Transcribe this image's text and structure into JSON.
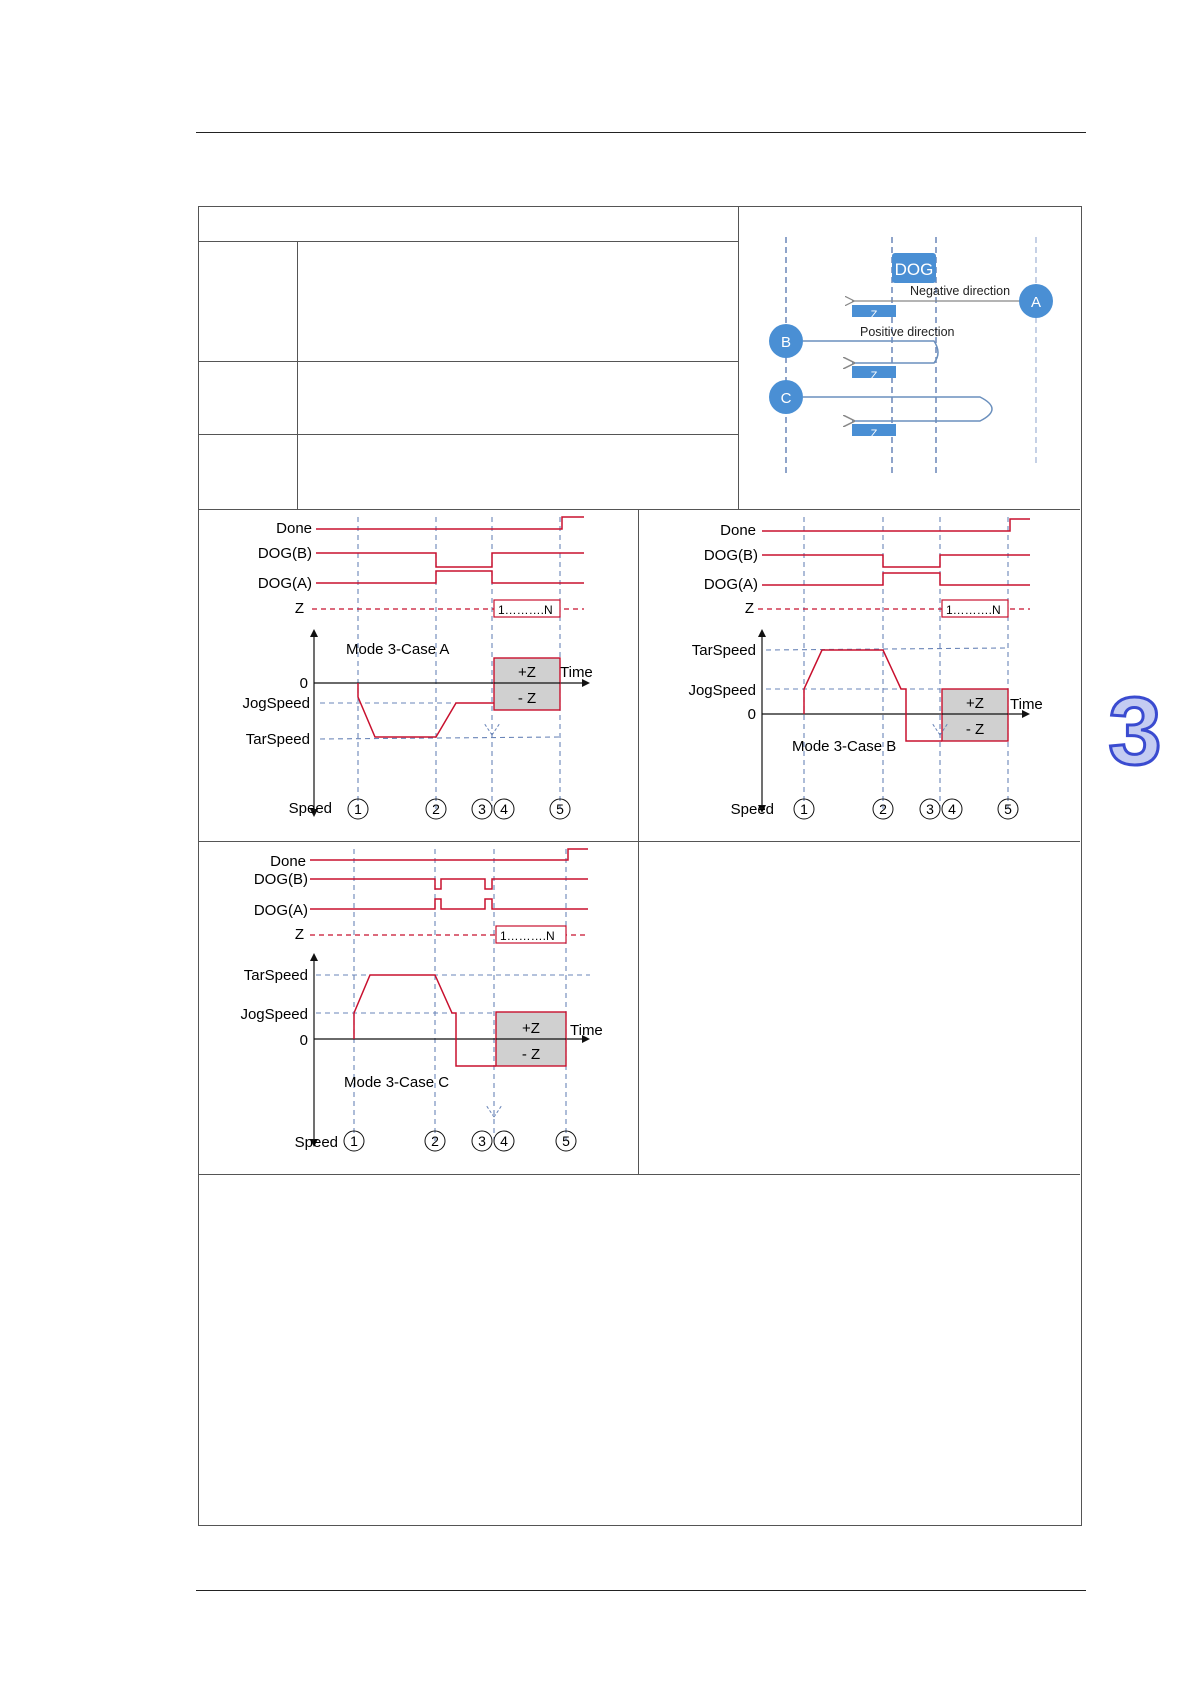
{
  "side_tab": {
    "chapter_number": "3"
  },
  "illustration": {
    "dog_label": "DOG",
    "z_label": "Z",
    "negative_direction": "Negative direction",
    "positive_direction": "Positive direction",
    "point_a": "A",
    "point_b": "B",
    "point_c": "C"
  },
  "timing_charts": [
    {
      "case_title": "Mode 3-Case A",
      "signals": [
        "Done",
        "DOG(B)",
        "DOG(A)",
        "Z"
      ],
      "z_pulse_range": "1……….N",
      "speed_axis": {
        "label": "Speed",
        "tarspeed": "TarSpeed",
        "jogspeed": "JogSpeed",
        "zero": "0"
      },
      "time_axis": "Time",
      "z_box": {
        "plus": "+Z",
        "minus": "- Z"
      },
      "markers": [
        "1",
        "2",
        "3",
        "4",
        "5"
      ]
    },
    {
      "case_title": "Mode 3-Case B",
      "signals": [
        "Done",
        "DOG(B)",
        "DOG(A)",
        "Z"
      ],
      "z_pulse_range": "1……….N",
      "speed_axis": {
        "label": "Speed",
        "tarspeed": "TarSpeed",
        "jogspeed": "JogSpeed",
        "zero": "0"
      },
      "time_axis": "Time",
      "z_box": {
        "plus": "+Z",
        "minus": "- Z"
      },
      "markers": [
        "1",
        "2",
        "3",
        "4",
        "5"
      ]
    },
    {
      "case_title": "Mode 3-Case C",
      "signals": [
        "Done",
        "DOG(B)",
        "DOG(A)",
        "Z"
      ],
      "z_pulse_range": "1……….N",
      "speed_axis": {
        "label": "Speed",
        "tarspeed": "TarSpeed",
        "jogspeed": "JogSpeed",
        "zero": "0"
      },
      "time_axis": "Time",
      "z_box": {
        "plus": "+Z",
        "minus": "- Z"
      },
      "markers": [
        "1",
        "2",
        "3",
        "4",
        "5"
      ]
    }
  ],
  "colors": {
    "signal_red": "#c8102e",
    "guide_blue": "#6a85b8",
    "dog_blue": "#4a8fd4",
    "z_box_fill": "#d0d0d0",
    "tab_blue": "#3a4bd0"
  }
}
